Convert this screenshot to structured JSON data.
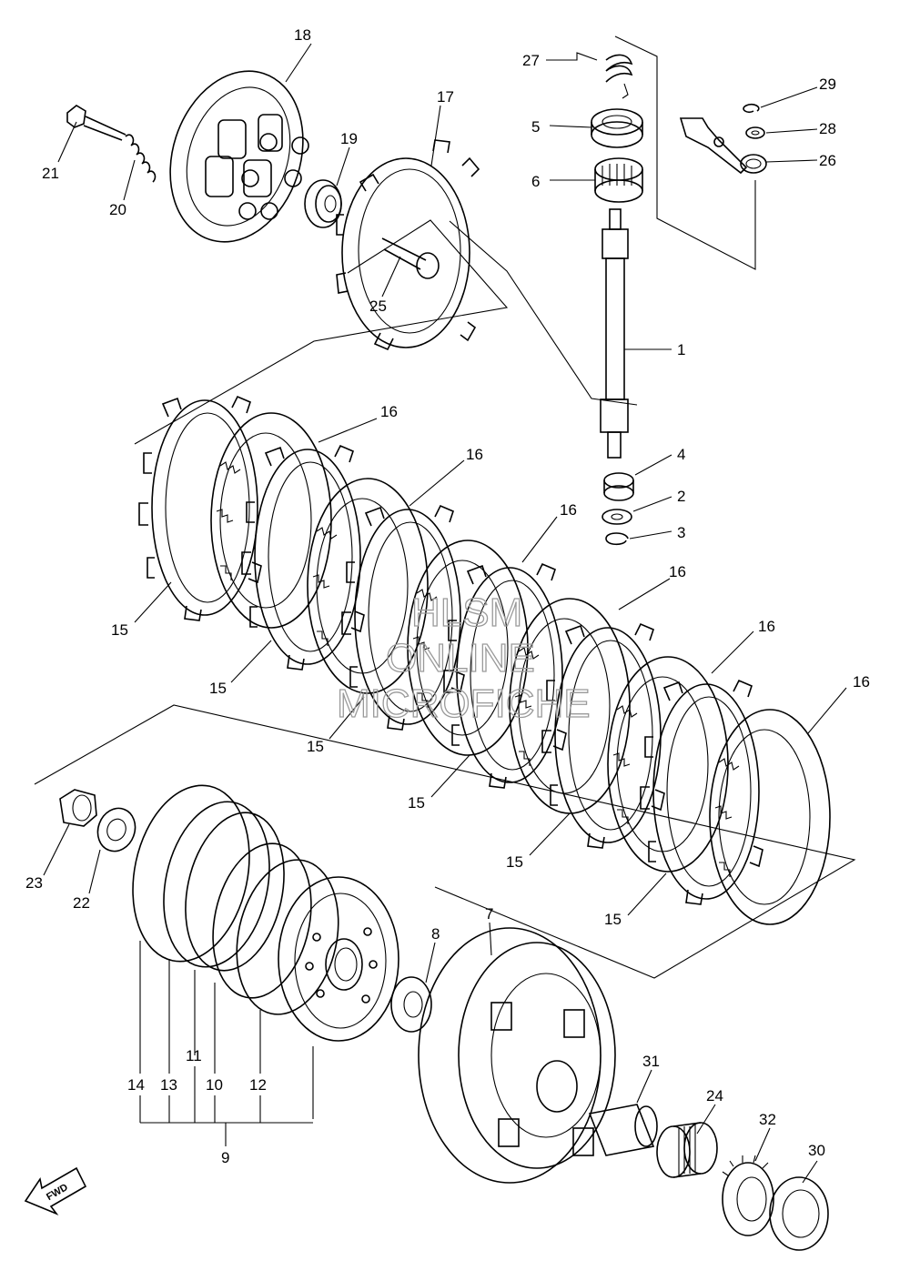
{
  "diagram": {
    "callouts": [
      {
        "id": "c1",
        "text": "1"
      },
      {
        "id": "c2",
        "text": "2"
      },
      {
        "id": "c3",
        "text": "3"
      },
      {
        "id": "c4",
        "text": "4"
      },
      {
        "id": "c5",
        "text": "5"
      },
      {
        "id": "c6",
        "text": "6"
      },
      {
        "id": "c7",
        "text": "7"
      },
      {
        "id": "c8",
        "text": "8"
      },
      {
        "id": "c9",
        "text": "9"
      },
      {
        "id": "c10",
        "text": "10"
      },
      {
        "id": "c11",
        "text": "11"
      },
      {
        "id": "c12",
        "text": "12"
      },
      {
        "id": "c13",
        "text": "13"
      },
      {
        "id": "c14",
        "text": "14"
      },
      {
        "id": "c15a",
        "text": "15"
      },
      {
        "id": "c15b",
        "text": "15"
      },
      {
        "id": "c15c",
        "text": "15"
      },
      {
        "id": "c15d",
        "text": "15"
      },
      {
        "id": "c15e",
        "text": "15"
      },
      {
        "id": "c15f",
        "text": "15"
      },
      {
        "id": "c16a",
        "text": "16"
      },
      {
        "id": "c16b",
        "text": "16"
      },
      {
        "id": "c16c",
        "text": "16"
      },
      {
        "id": "c16d",
        "text": "16"
      },
      {
        "id": "c16e",
        "text": "16"
      },
      {
        "id": "c16f",
        "text": "16"
      },
      {
        "id": "c17",
        "text": "17"
      },
      {
        "id": "c18",
        "text": "18"
      },
      {
        "id": "c19",
        "text": "19"
      },
      {
        "id": "c20",
        "text": "20"
      },
      {
        "id": "c21",
        "text": "21"
      },
      {
        "id": "c22",
        "text": "22"
      },
      {
        "id": "c23",
        "text": "23"
      },
      {
        "id": "c24",
        "text": "24"
      },
      {
        "id": "c25",
        "text": "25"
      },
      {
        "id": "c26",
        "text": "26"
      },
      {
        "id": "c27",
        "text": "27"
      },
      {
        "id": "c28",
        "text": "28"
      },
      {
        "id": "c29",
        "text": "29"
      },
      {
        "id": "c30",
        "text": "30"
      },
      {
        "id": "c31",
        "text": "31"
      },
      {
        "id": "c32",
        "text": "32"
      }
    ],
    "watermark": {
      "line1": "HLSM",
      "line2": "ONLINE",
      "line3": "MICROFICHE"
    },
    "fwd_label": "FWD"
  }
}
